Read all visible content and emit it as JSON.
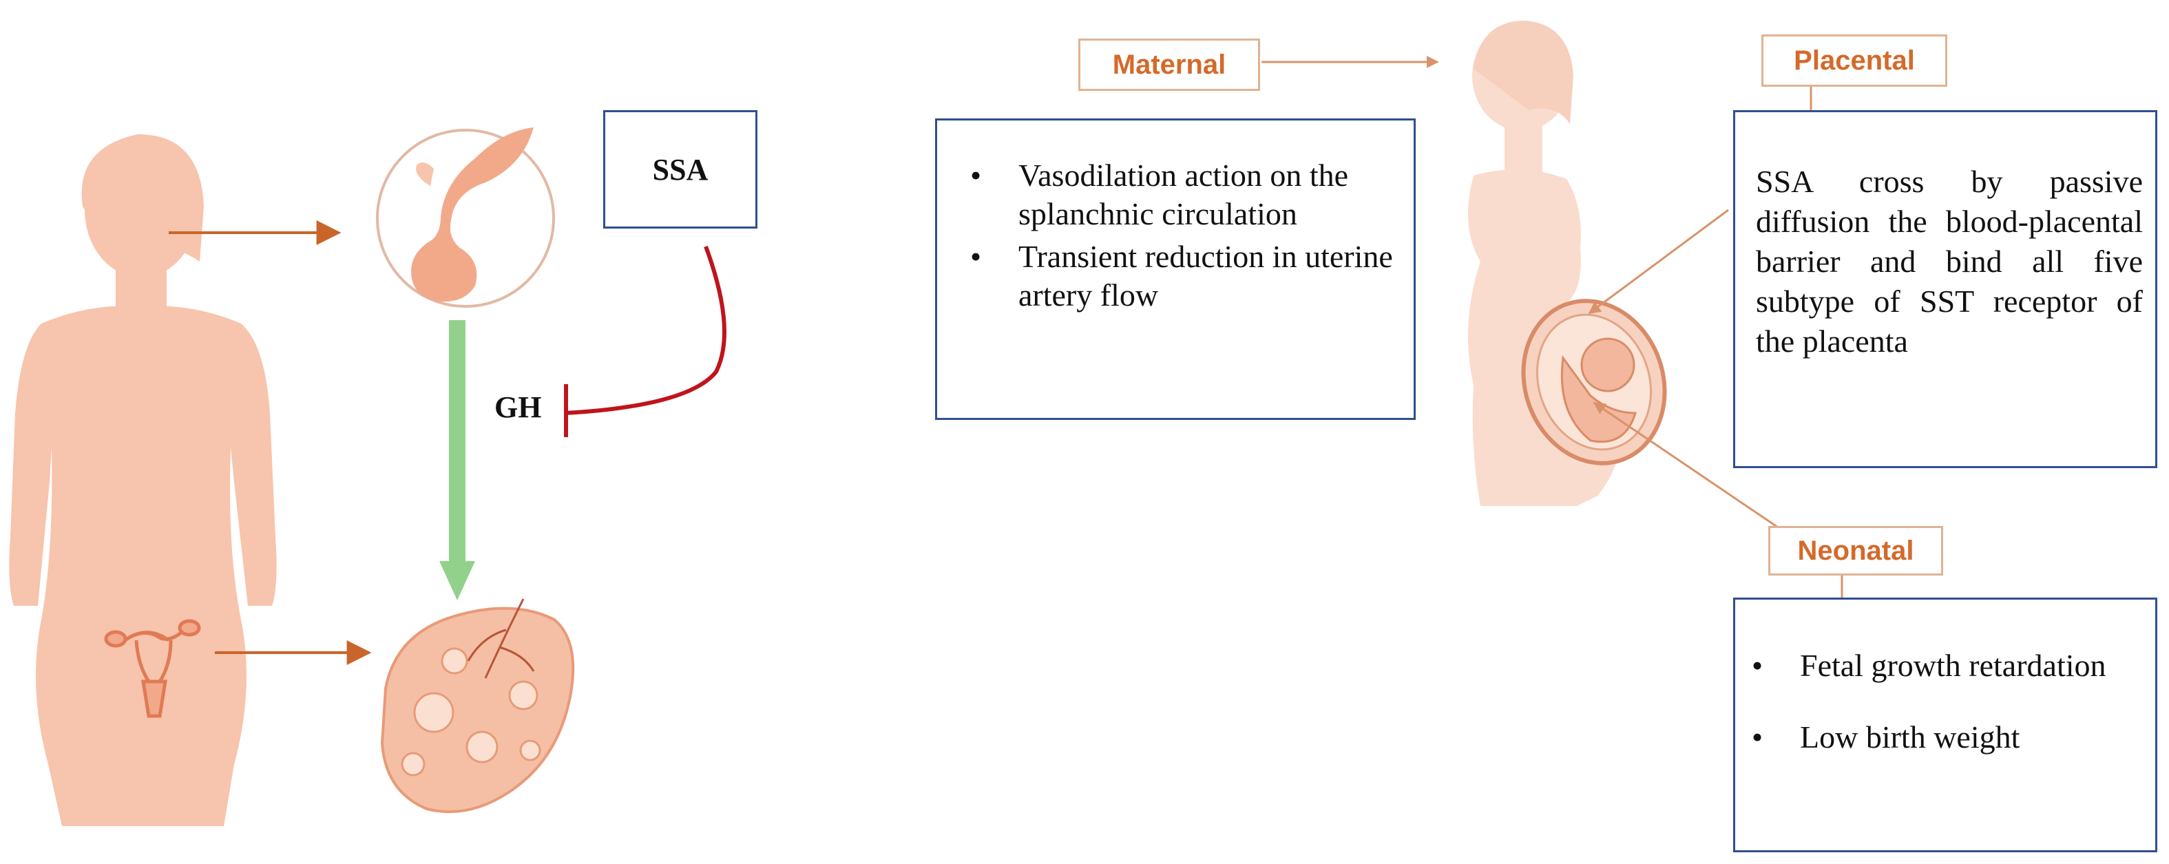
{
  "left_panel": {
    "ssa_label": "SSA",
    "gh_label": "GH"
  },
  "right_panel": {
    "maternal": {
      "title": "Maternal",
      "items": [
        "Vasodilation action on the splanchnic circulation",
        "Transient reduction in uterine artery flow"
      ]
    },
    "placental": {
      "title": "Placental",
      "text": "SSA cross by passive diffusion the blood-placental barrier and bind all five subtype of SST receptor of the placenta"
    },
    "neonatal": {
      "title": "Neonatal",
      "items": [
        "Fetal growth retardation",
        "Low birth weight"
      ]
    }
  },
  "colors": {
    "silhouette": "#f7c4ad",
    "pregnant_silhouette": "#f9dccd",
    "organ": "#f2a98a",
    "arrow": "#c9652a",
    "growth_arrow": "#92d18b",
    "inhibit": "#c0141c",
    "box_border": "#2f4f8f",
    "tag_text": "#d46a2a",
    "tag_border": "#e0b392"
  }
}
